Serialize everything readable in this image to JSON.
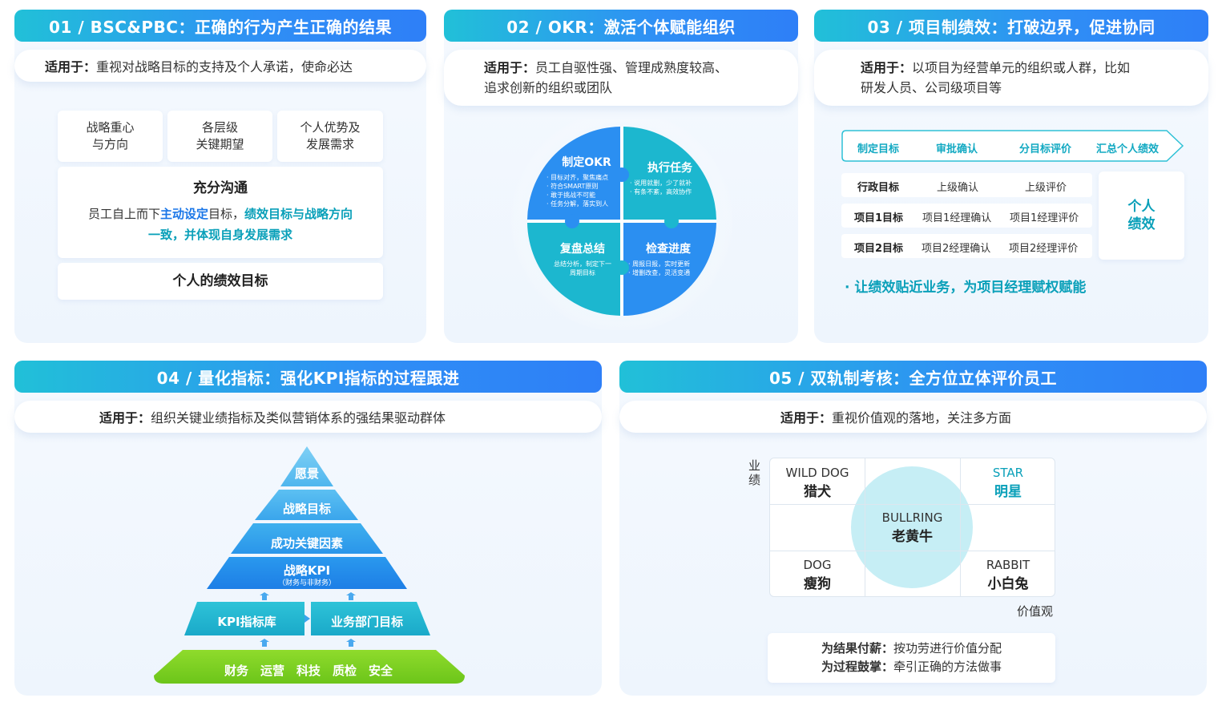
{
  "panel1": {
    "header": "01 / BSC&PBC：正确的行为产生正确的结果",
    "apply_label": "适用于：",
    "apply_text": "重视对战略目标的支持及个人承诺，使命必达",
    "cards": [
      {
        "line1": "战略重心",
        "line2": "与方向"
      },
      {
        "line1": "各层级",
        "line2": "关键期望"
      },
      {
        "line1": "个人优势及",
        "line2": "发展需求"
      }
    ],
    "comm_title": "充分沟通",
    "comm_p1": "员工自上而下",
    "comm_h1": "主动设定",
    "comm_p2": "目标，",
    "comm_h2": "绩效目标与战略方向",
    "comm_h3": "一致，并体现自身发展需求",
    "goal": "个人的绩效目标"
  },
  "panel2": {
    "header": "02 / OKR：激活个体赋能组织",
    "apply_label": "适用于：",
    "apply_line1": "员工自驱性强、管理成熟度较高、",
    "apply_line2": "追求创新的组织或团队",
    "quads": [
      {
        "title": "制定OKR",
        "items": [
          "· 目标对齐，聚焦痛点",
          "· 符合SMART原则",
          "· 敢于挑战不可能",
          "· 任务分解，落实到人"
        ]
      },
      {
        "title": "执行任务",
        "items": [
          "· 说用就删，少了就补",
          "· 有条不紊，高效协作"
        ]
      },
      {
        "title": "复盘总结",
        "items": [
          "总结分析，制定下一",
          "周期目标"
        ]
      },
      {
        "title": "检查进度",
        "items": [
          "· 周报日报，实时更新",
          "· 增删改查，灵活变通"
        ]
      }
    ]
  },
  "panel3": {
    "header": "03 / 项目制绩效：打破边界，促进协同",
    "apply_label": "适用于：",
    "apply_line1": "以项目为经营单元的组织或人群，比如",
    "apply_line2": "研发人员、公司级项目等",
    "flow": [
      "制定目标",
      "审批确认",
      "分目标评价",
      "汇总个人绩效"
    ],
    "rows": [
      {
        "name": "行政目标",
        "confirm": "上级确认",
        "eval": "上级评价"
      },
      {
        "name": "项目1目标",
        "confirm": "项目1经理确认",
        "eval": "项目1经理评价"
      },
      {
        "name": "项目2目标",
        "confirm": "项目2经理确认",
        "eval": "项目2经理评价"
      }
    ],
    "personal_line1": "个人",
    "personal_line2": "绩效",
    "note": "·  让绩效贴近业务，为项目经理赋权赋能"
  },
  "panel4": {
    "header": "04 / 量化指标：强化KPI指标的过程跟进",
    "apply_label": "适用于：",
    "apply_text": "组织关键业绩指标及类似营销体系的强结果驱动群体",
    "levels": [
      "愿景",
      "战略目标",
      "成功关键因素",
      "战略KPI"
    ],
    "kpi_sub": "（财务与非财务）",
    "left_box": "KPI指标库",
    "right_box": "业务部门目标",
    "base": "财务　运营　科技　质检　安全"
  },
  "panel5": {
    "header": "05 / 双轨制考核：全方位立体评价员工",
    "apply_label": "适用于：",
    "apply_text": "重视价值观的落地，关注多方面",
    "y_label_1": "业",
    "y_label_2": "绩",
    "x_label": "价值观",
    "quadrants": [
      {
        "en": "WILD DOG",
        "cn": "猎犬"
      },
      {
        "en": "STAR",
        "cn": "明星"
      },
      {
        "en": "BULLRING",
        "cn": "老黄牛"
      },
      {
        "en": "DOG",
        "cn": "瘦狗"
      },
      {
        "en": "RABBIT",
        "cn": "小白兔"
      }
    ],
    "pay1_label": "为结果付薪：",
    "pay1_text": "按功劳进行价值分配",
    "pay2_label": "为过程鼓掌：",
    "pay2_text": "牵引正确的方法做事"
  },
  "colors": {
    "header_start": "#21c0d8",
    "header_end": "#2e7ff7",
    "teal": "#0aa0b9",
    "pyramid_green": "#7ed321"
  }
}
